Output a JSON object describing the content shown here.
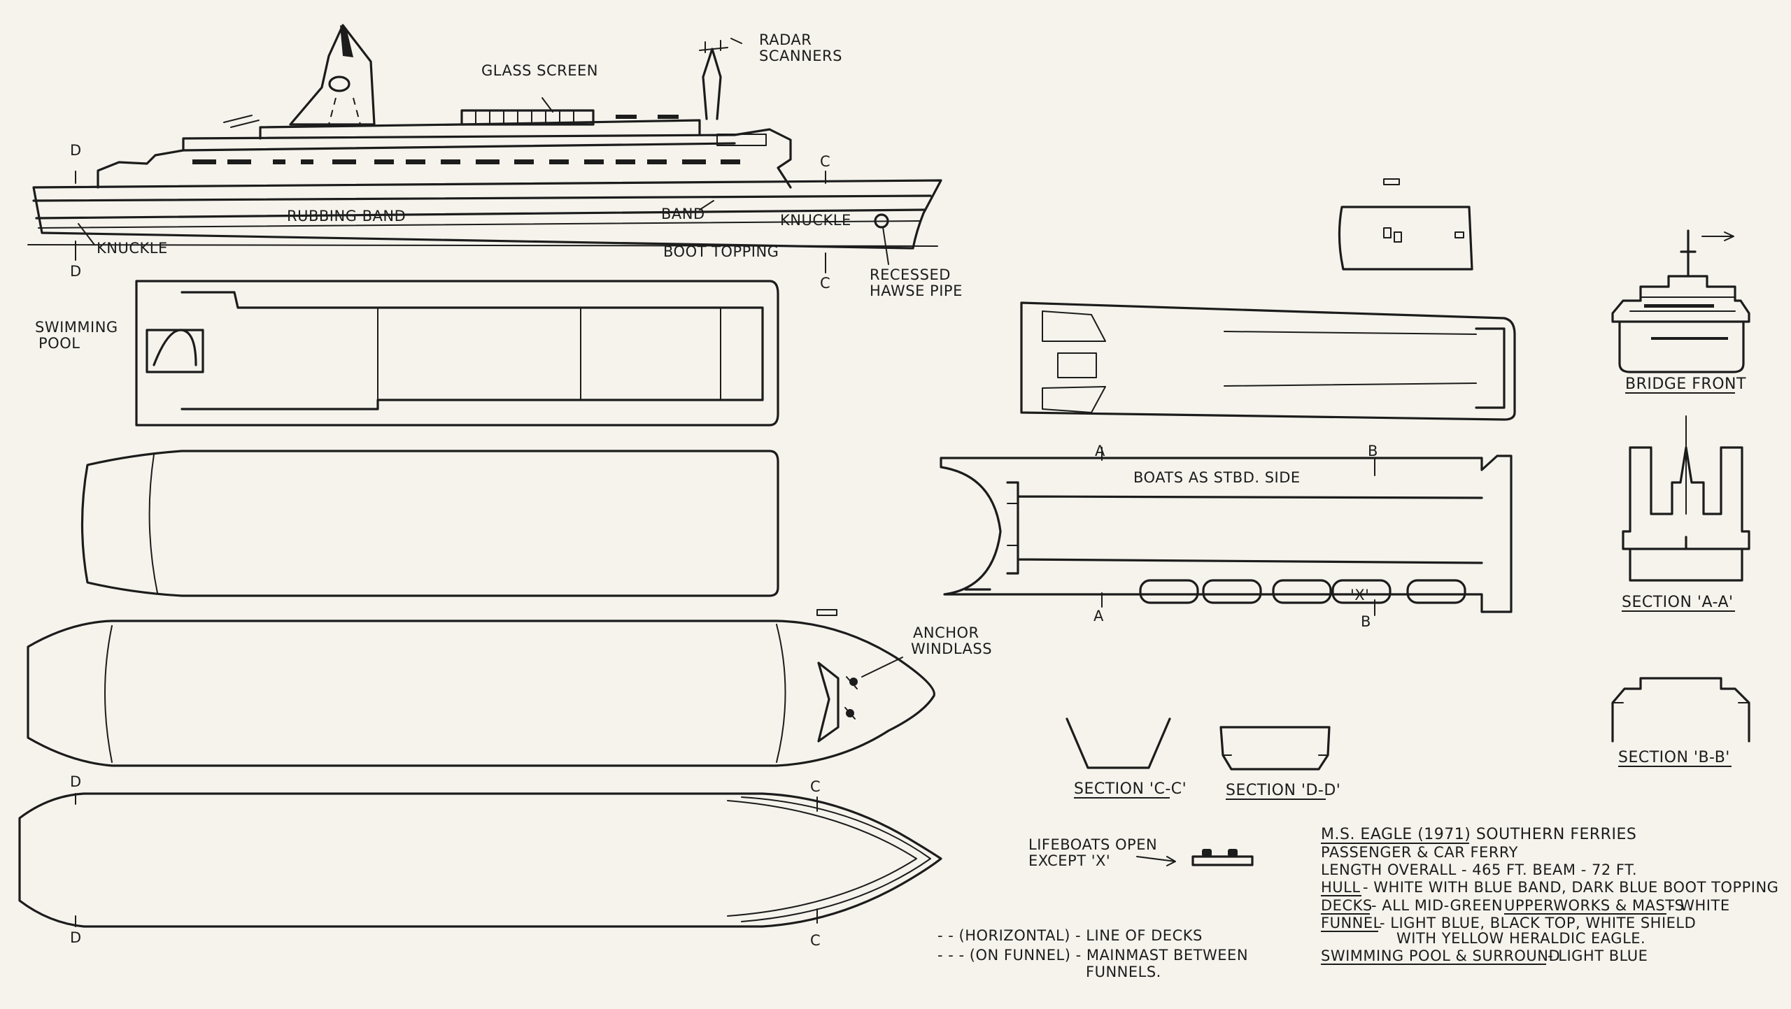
{
  "profile": {
    "glass_screen": "GLASS SCREEN",
    "radar_1": "RADAR",
    "radar_2": "SCANNERS",
    "rubbing_band": "RUBBING BAND",
    "band": "BAND",
    "knuckle_bow": "KNUCKLE",
    "knuckle_stern": "KNUCKLE",
    "boot_topping": "BOOT TOPPING",
    "hawse_1": "RECESSED",
    "hawse_2": "HAWSE PIPE",
    "section_d_top": "D",
    "section_d_bottom": "D",
    "section_c_top": "C",
    "section_c_bottom": "C"
  },
  "plans": {
    "pool_1": "SWIMMING",
    "pool_2": "POOL",
    "anchor_1": "ANCHOR",
    "anchor_2": "WINDLASS",
    "hull_d_top": "D",
    "hull_d_bottom": "D",
    "hull_c_top": "C",
    "hull_c_bottom": "C"
  },
  "boat_deck": {
    "boats_note": "BOATS AS STBD. SIDE",
    "a_top": "A",
    "a_bottom": "A",
    "b_top": "B",
    "b_bottom": "B",
    "x_mark": "'X'"
  },
  "sections": {
    "bridge_front": "BRIDGE FRONT",
    "section_aa": "SECTION 'A-A'",
    "section_bb": "SECTION 'B-B'",
    "section_cc": "SECTION 'C-C'",
    "section_dd": "SECTION 'D-D'"
  },
  "lifeboats": {
    "line_1": "LIFEBOATS OPEN",
    "line_2": "EXCEPT 'X'"
  },
  "legend": {
    "line_1": "- - (HORIZONTAL) - LINE OF DECKS",
    "line_2": "- - - (ON FUNNEL) - MAINMAST BETWEEN",
    "line_3": "FUNNELS."
  },
  "spec": {
    "title": "M.S. EAGLE (1971) SOUTHERN FERRIES",
    "type": "PASSENGER & CAR FERRY",
    "dimensions": "LENGTH OVERALL - 465 FT.   BEAM - 72 FT.",
    "hull_key": "HULL",
    "hull_val": "- WHITE WITH BLUE BAND, DARK BLUE BOOT TOPPING",
    "decks_key": "DECKS",
    "decks_val": "- ALL MID-GREEN",
    "upper_key": "UPPERWORKS & MASTS",
    "upper_val": "- WHITE",
    "funnel_key": "FUNNEL",
    "funnel_val": "- LIGHT BLUE, BLACK TOP, WHITE SHIELD",
    "funnel_val2": "WITH YELLOW HERALDIC EAGLE.",
    "pool_key": "SWIMMING POOL & SURROUND",
    "pool_val": "- LIGHT BLUE"
  }
}
